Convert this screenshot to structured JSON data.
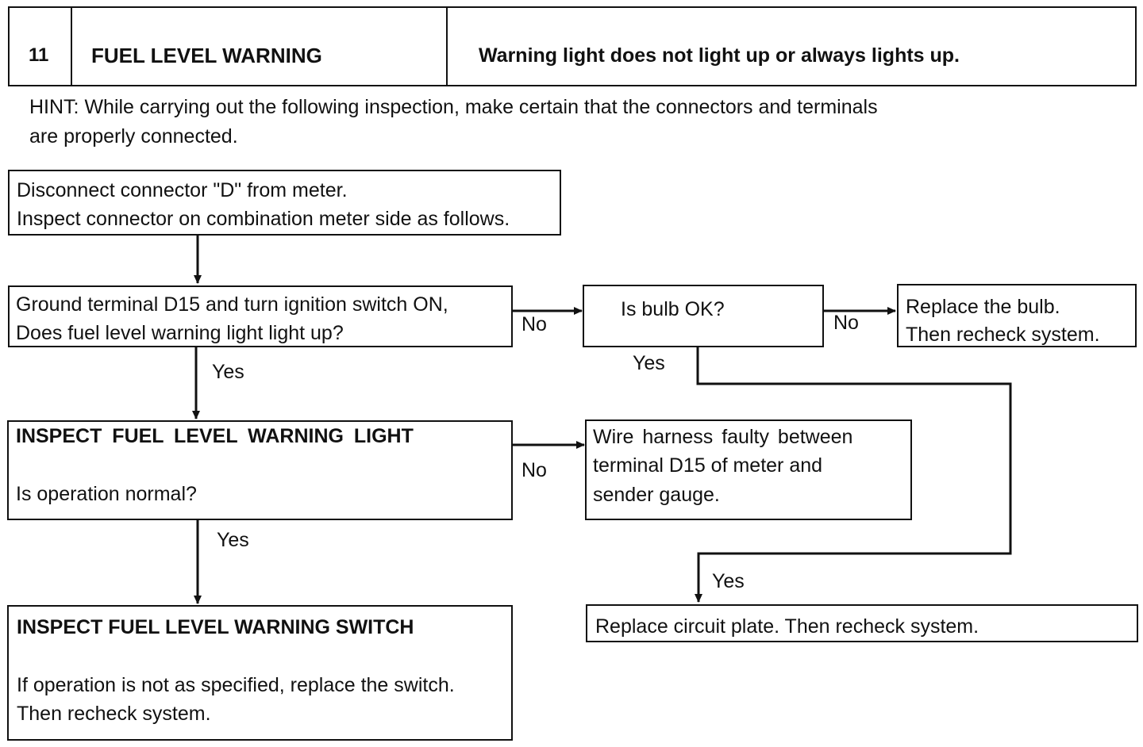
{
  "header": {
    "number": "11",
    "title": "FUEL LEVEL WARNING",
    "symptom": "Warning light does not light up or always lights up."
  },
  "hint": {
    "line1": "HINT: While carrying out the following inspection, make certain that the connectors and terminals",
    "line2": "are properly connected."
  },
  "nodes": {
    "start": {
      "line1": "Disconnect connector \"D\" from meter.",
      "line2": "Inspect connector on combination meter side as follows."
    },
    "ground_test": {
      "line1": "Ground terminal D15 and turn ignition switch ON,",
      "line2": "Does fuel level warning light light up?"
    },
    "bulb_check": {
      "line1": "Is bulb OK?"
    },
    "replace_bulb": {
      "line1": "Replace the bulb.",
      "line2": "Then recheck system."
    },
    "inspect_light": {
      "heading": "INSPECT FUEL LEVEL WARNING LIGHT",
      "question": "Is operation normal?"
    },
    "wire_harness": {
      "line1": "Wire harness faulty between",
      "line2": "terminal D15 of meter and",
      "line3": "sender gauge."
    },
    "inspect_switch": {
      "heading": "INSPECT FUEL LEVEL WARNING SWITCH",
      "line1": "If operation is not as specified, replace the switch.",
      "line2": "Then recheck system."
    },
    "replace_plate": {
      "line1": "Replace circuit plate. Then recheck system."
    }
  },
  "labels": {
    "yes": "Yes",
    "no": "No"
  }
}
